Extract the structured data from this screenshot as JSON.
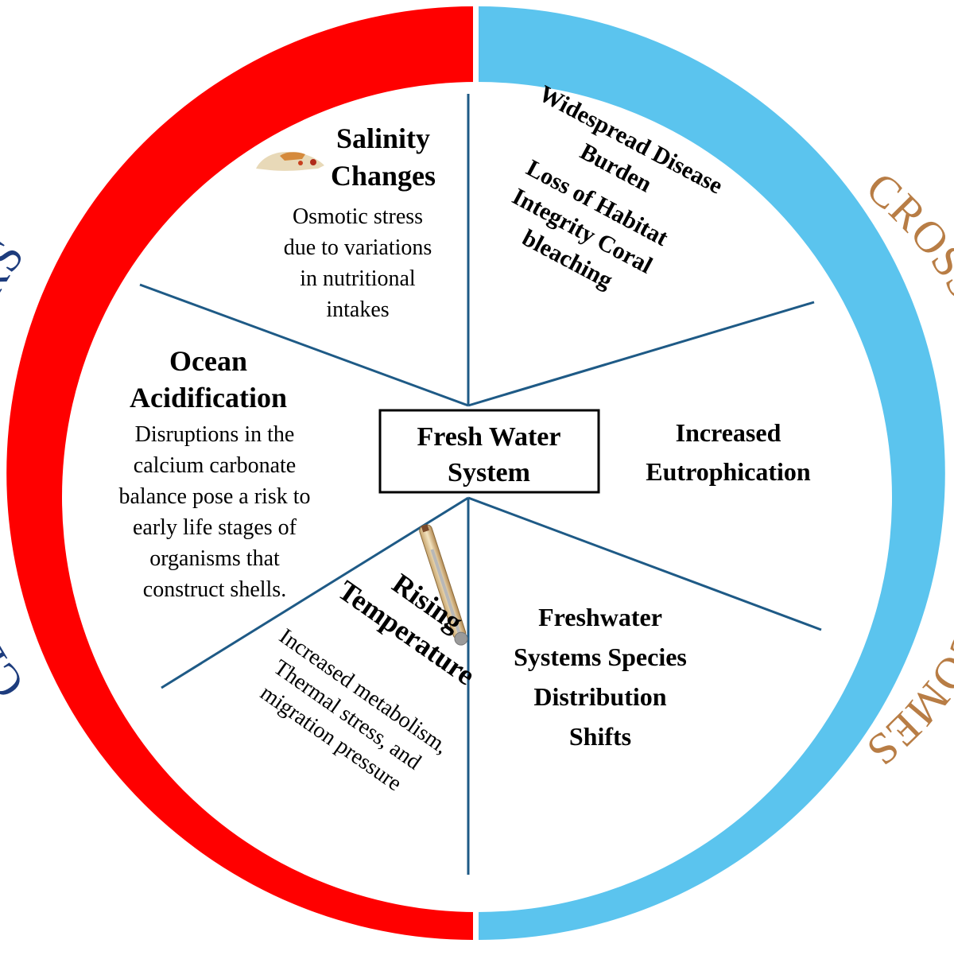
{
  "colors": {
    "left_ring": "#ff0000",
    "right_ring": "#5bc4ee",
    "left_ring_text": "#1d3c7d",
    "right_ring_text": "#b87d45",
    "spokes": "#1e5a86",
    "center_box_border": "#000000",
    "text": "#000000"
  },
  "ring_labels": {
    "left": "CLIMATE STRESSORS",
    "right": "CROSS- CUTTING OUTCOMES"
  },
  "center": {
    "line1": "Fresh Water",
    "line2": "System"
  },
  "salinity": {
    "title1": "Salinity",
    "title2": "Changes",
    "desc": [
      "Osmotic stress",
      "due to variations",
      "in nutritional",
      "intakes"
    ]
  },
  "ocean": {
    "title1": "Ocean",
    "title2": "Acidification",
    "desc": [
      "Disruptions in the",
      "calcium carbonate",
      "balance pose a risk to",
      "early life stages of",
      "organisms that",
      "construct shells."
    ]
  },
  "temperature": {
    "title1": "Rising",
    "title2": "Temperature",
    "desc": [
      "Increased metabolism,",
      "Thermal stress, and",
      "migration pressure"
    ],
    "icon": "thermometer-icon"
  },
  "disease": {
    "lines": [
      "Widespread Disease",
      "Burden",
      "Loss of Habitat",
      "Integrity Coral",
      "bleaching"
    ]
  },
  "eutrophication": {
    "lines": [
      "Increased",
      "Eutrophication"
    ]
  },
  "distribution": {
    "lines": [
      "Freshwater",
      "Systems Species",
      "Distribution",
      "Shifts"
    ]
  },
  "salinity_icon": "salinity-icon"
}
